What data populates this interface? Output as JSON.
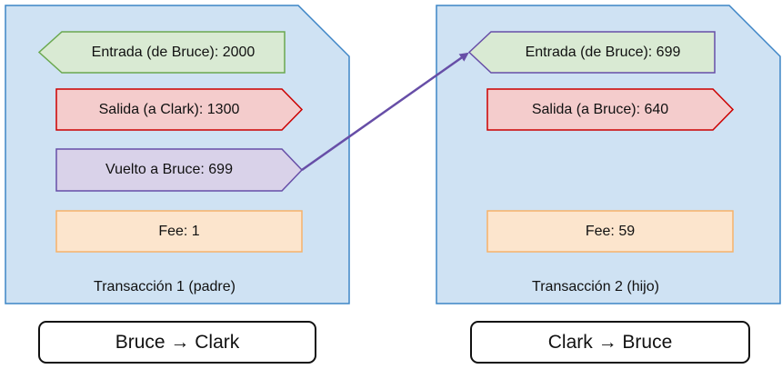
{
  "colors": {
    "panel_fill": "#cfe2f3",
    "panel_stroke": "#3d85c6",
    "input_fill": "#d9ead3",
    "input_stroke": "#6aa84f",
    "output_fill": "#f4cccc",
    "output_stroke": "#cc0000",
    "change_fill": "#d9d2e9",
    "change_stroke": "#674ea7",
    "fee_fill": "#fce5cd",
    "fee_stroke": "#f6b26b",
    "arrow": "#674ea7"
  },
  "tx1": {
    "input": "Entrada (de Bruce): 2000",
    "output": "Salida (a Clark): 1300",
    "change": "Vuelto a Bruce: 699",
    "fee": "Fee: 1",
    "caption": "Transacción 1 (padre)",
    "button": "Bruce → Clark"
  },
  "tx2": {
    "input": "Entrada (de Bruce): 699",
    "output": "Salida (a Bruce): 640",
    "fee": "Fee: 59",
    "caption": "Transacción 2 (hijo)",
    "button": "Clark → Bruce"
  }
}
